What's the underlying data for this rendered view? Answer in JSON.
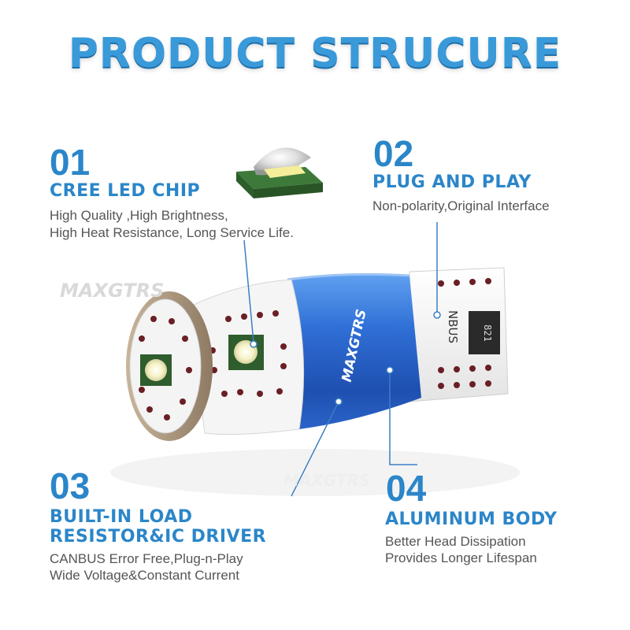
{
  "title": "PRODUCT STRUCURE",
  "watermark": "MAXGTRS",
  "body_text": {
    "brand": "MAXGTRS",
    "label_part": "NBUS",
    "resistor_code": "821"
  },
  "colors": {
    "title": "#3a9ad9",
    "accent": "#2b86c9",
    "body_blue": "#2f6fd6",
    "pcb_white": "#f2f2f2",
    "text_gray": "#555555"
  },
  "features": [
    {
      "number": "01",
      "heading": [
        "CREE LED CHIP"
      ],
      "description": [
        "High Quality ,High Brightness,",
        "High Heat Resistance, Long Service Life."
      ]
    },
    {
      "number": "02",
      "heading": [
        "PLUG AND PLAY"
      ],
      "description": [
        "Non-polarity,Original Interface"
      ]
    },
    {
      "number": "03",
      "heading": [
        "BUILT-IN LOAD",
        "RESISTOR&IC DRIVER"
      ],
      "description": [
        "CANBUS Error Free,Plug-n-Play",
        "Wide Voltage&Constant Current"
      ]
    },
    {
      "number": "04",
      "heading": [
        "ALUMINUM BODY"
      ],
      "description": [
        "Better Head Dissipation",
        "Provides Longer Lifespan"
      ]
    }
  ]
}
